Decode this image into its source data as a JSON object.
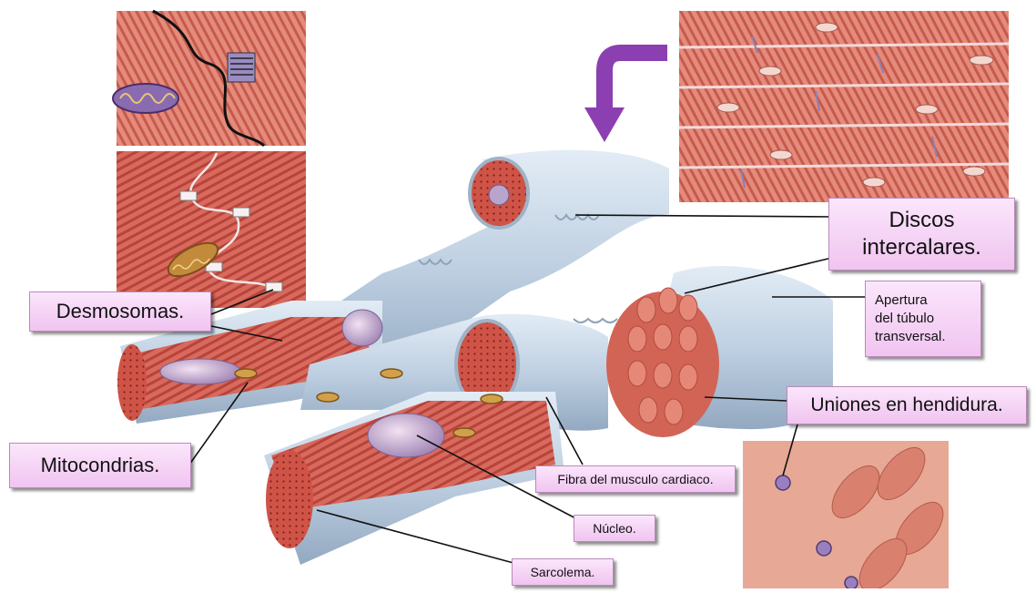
{
  "labels": {
    "discos": "Discos\nintercalares.",
    "apertura": "Apertura\ndel túbulo\ntransversal.",
    "desmosomas": "Desmosomas.",
    "uniones": "Uniones en hendidura.",
    "mitocondrias": "Mitocondrias.",
    "fibra": "Fibra del musculo cardiaco.",
    "nucleo": "Núcleo.",
    "sarcolema": "Sarcolema."
  },
  "icons": {
    "arrow": "curved-down-arrow-icon"
  },
  "colors": {
    "label_fill": "#f0c4f0",
    "label_border": "#b98ab9",
    "muscle": "#cf5447",
    "membrane": "#c8d8e8",
    "arrow": "#8b3fb0"
  }
}
